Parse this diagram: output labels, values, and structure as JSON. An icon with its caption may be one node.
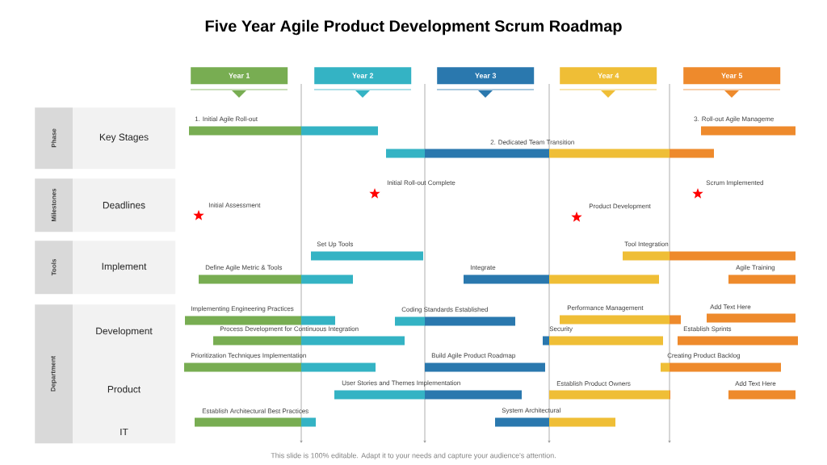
{
  "diagram": {
    "title": "Five Year Agile Product Development Scrum Roadmap",
    "nodes": [
      {
        "text": [
          "Year 1"
        ]
      },
      {
        "text": [
          "Year 2"
        ]
      },
      {
        "text": [
          "Year 3"
        ]
      },
      {
        "text": [
          "Year 4"
        ]
      },
      {
        "text": [
          "Year 5"
        ]
      },
      {
        "text": [
          "Phase"
        ]
      },
      {
        "text": [
          "Key Stages"
        ]
      },
      {
        "text": [
          "Milestones"
        ]
      },
      {
        "text": [
          "Deadlines"
        ]
      },
      {
        "text": [
          "Tools"
        ]
      },
      {
        "text": [
          "Implement"
        ]
      },
      {
        "text": [
          "Department"
        ]
      },
      {
        "text": [
          "Development",
          "Product",
          "IT"
        ]
      },
      {
        "text": [],
        "shape": "bar",
        "beside": [
          "1. Initial Agile Roll-out"
        ]
      },
      {
        "text": [],
        "shape": "bar",
        "beside": [
          "3. Roll-out Agile Manageme"
        ]
      },
      {
        "text": [],
        "shape": "bar",
        "beside": [
          "2. Dedicated Team Transition"
        ]
      },
      {
        "text": [],
        "shape": "star",
        "beside": [
          "Initial Roll-out Complete"
        ]
      },
      {
        "text": [],
        "shape": "star",
        "beside": [
          "Scrum Implemented"
        ]
      },
      {
        "text": [],
        "shape": "star",
        "beside": [
          "Initial Assessment"
        ]
      },
      {
        "text": [],
        "shape": "star",
        "beside": [
          "Product Development"
        ]
      },
      {
        "text": [],
        "shape": "bar",
        "beside": [
          "Set Up Tools"
        ]
      },
      {
        "text": [],
        "shape": "bar",
        "beside": [
          "Tool Integration"
        ]
      },
      {
        "text": [],
        "shape": "bar",
        "beside": [
          "Define Agile Metric & Tools"
        ]
      },
      {
        "text": [],
        "shape": "bar",
        "beside": [
          "Integrate"
        ]
      },
      {
        "text": [],
        "shape": "bar",
        "beside": [
          "Agile Training"
        ]
      },
      {
        "text": [],
        "shape": "bar",
        "beside": [
          "Implementing Engineering Practices"
        ]
      },
      {
        "text": [],
        "shape": "bar",
        "beside": [
          "Coding Standards Established"
        ]
      },
      {
        "text": [],
        "shape": "bar",
        "beside": [
          "Performance Management"
        ]
      },
      {
        "text": [],
        "shape": "bar",
        "beside": [
          "Add Text Here"
        ]
      },
      {
        "text": [],
        "shape": "bar",
        "beside": [
          "Process Development for Continuous Integration"
        ]
      },
      {
        "text": [],
        "shape": "bar",
        "beside": [
          "Security"
        ]
      },
      {
        "text": [],
        "shape": "bar",
        "beside": [
          "Establish Sprints"
        ]
      },
      {
        "text": [],
        "shape": "bar",
        "beside": [
          "Prioritization Techniques Implementation"
        ]
      },
      {
        "text": [],
        "shape": "bar",
        "beside": [
          "Build Agile Product Roadmap"
        ]
      },
      {
        "text": [],
        "shape": "bar",
        "beside": [
          "Creating Product Backlog"
        ]
      },
      {
        "text": [],
        "shape": "bar",
        "beside": [
          "User Stories and Themes Implementation"
        ]
      },
      {
        "text": [],
        "shape": "bar",
        "beside": [
          "Establish Product Owners"
        ]
      },
      {
        "text": [],
        "shape": "bar",
        "beside": [
          "Add Text Here"
        ]
      },
      {
        "text": [],
        "shape": "bar",
        "beside": [
          "Establish Architectural Best Practices"
        ]
      },
      {
        "text": [],
        "shape": "bar",
        "beside": [
          "System Architectural"
        ]
      }
    ],
    "labels": [
      "This slide is 100% editable. Adapt it to your needs and capture your audience's attention."
    ]
  }
}
